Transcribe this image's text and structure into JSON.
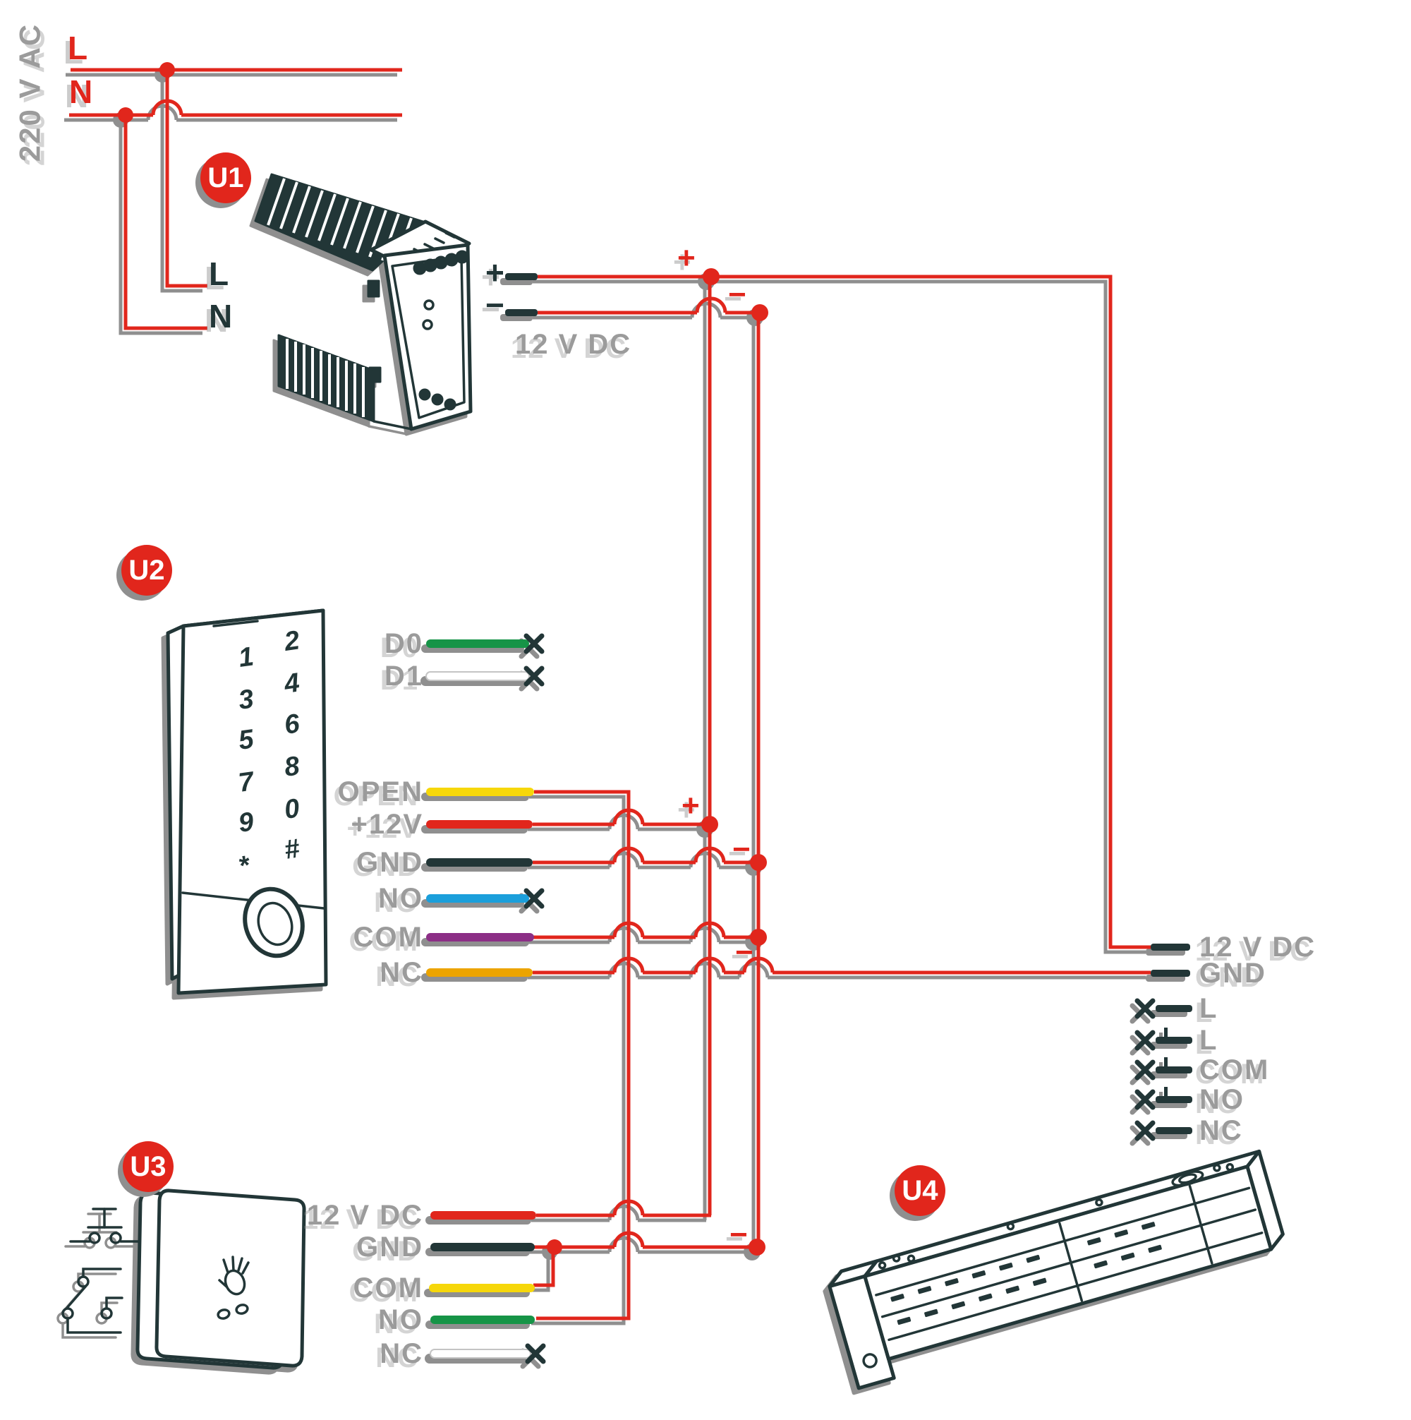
{
  "diagram": "access-control-wiring",
  "colors": {
    "accent_red": "#e1261c",
    "device_dark": "#223637",
    "label_gray": "#9b9b9b",
    "shadow_gray": "#8f8f8f"
  },
  "polarity": {
    "plus": "+",
    "minus": "−"
  },
  "mains": {
    "voltage_label": "220 V AC",
    "line_label": "L",
    "neutral_label": "N"
  },
  "u1": {
    "badge": "U1",
    "terminal_l": "L",
    "terminal_n": "N",
    "plus_mark": "+",
    "minus_mark": "−",
    "output_label": "12 V DC"
  },
  "u2": {
    "badge": "U2",
    "keys": [
      "1",
      "2",
      "3",
      "4",
      "5",
      "6",
      "7",
      "8",
      "9",
      "0",
      "*",
      "#"
    ],
    "wires": [
      {
        "label": "D0",
        "color": "#169447"
      },
      {
        "label": "D1",
        "color": "#ffffff"
      },
      {
        "label": "OPEN",
        "color": "#f6d70a"
      },
      {
        "label": "+12V",
        "color": "#e1261c"
      },
      {
        "label": "GND",
        "color": "#223637"
      },
      {
        "label": "NO",
        "color": "#1b9fdb"
      },
      {
        "label": "COM",
        "color": "#8c2e86"
      },
      {
        "label": "NC",
        "color": "#eca400"
      }
    ]
  },
  "u3": {
    "badge": "U3",
    "wires": [
      {
        "label": "12 V DC",
        "color": "#e1261c"
      },
      {
        "label": "GND",
        "color": "#223637"
      },
      {
        "label": "COM",
        "color": "#f6d70a"
      },
      {
        "label": "NO",
        "color": "#169447"
      },
      {
        "label": "NC",
        "color": "#ffffff"
      }
    ]
  },
  "u4": {
    "badge": "U4",
    "terminals": [
      "12 V DC",
      "GND",
      "L",
      "L",
      "COM",
      "NO",
      "NC"
    ]
  }
}
